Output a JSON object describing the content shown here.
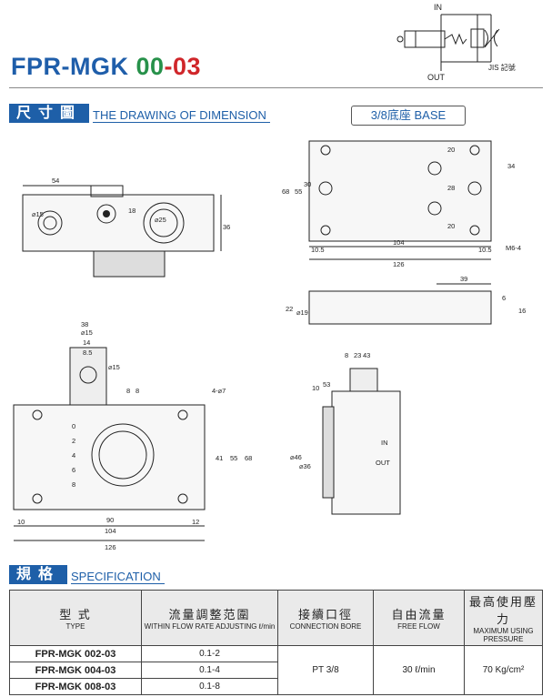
{
  "header": {
    "model_prefix": "FPR-MGK ",
    "model_code_a": "00",
    "model_dash": "-",
    "model_code_b": "03"
  },
  "symbol": {
    "in_label": "IN",
    "out_label": "OUT",
    "jis_label": "JIS 記號"
  },
  "dimension_section": {
    "title_cn": "尺寸圖",
    "title_en": "THE DRAWING OF DIMENSION",
    "base_label_cn": "3/8底座",
    "base_label_en": "BASE"
  },
  "drawing_front": {
    "d54": "54",
    "d15": "⌀15",
    "d18": "18",
    "d25": "⌀25",
    "d36": "36"
  },
  "drawing_base": {
    "d68": "68",
    "d55": "55",
    "d30": "30",
    "d20a": "20",
    "d28": "28",
    "d20b": "20",
    "d34": "34",
    "d10_5a": "10.5",
    "d104": "104",
    "d10_5b": "10.5",
    "d126": "126",
    "m6": "M6-4",
    "d39": "39",
    "d22": "22",
    "d19": "⌀19",
    "d6": "6",
    "d16": "16"
  },
  "drawing_bottom": {
    "d38": "38",
    "d15a": "⌀15",
    "d14": "14",
    "d8_5": "8.5",
    "d15b": "⌀15",
    "d8a": "8",
    "d8b": "8",
    "holes": "4-⌀7",
    "s0": "0",
    "s2": "2",
    "s4": "4",
    "s6": "6",
    "s8": "8",
    "d41": "41",
    "d55": "55",
    "d68": "68",
    "d10": "10",
    "d90": "90",
    "d12": "12",
    "d104": "104",
    "d126": "126"
  },
  "drawing_side": {
    "d8": "8",
    "d23": "23",
    "d43": "43",
    "d10": "10",
    "d53": "53",
    "d46": "⌀46",
    "d36": "⌀36",
    "in": "IN",
    "out": "OUT"
  },
  "spec_section": {
    "title_cn": "規格",
    "title_en": "SPECIFICATION"
  },
  "spec_table": {
    "headers": [
      {
        "cn": "型 式",
        "en": "TYPE"
      },
      {
        "cn": "流量調整范圍",
        "en": "WITHIN FLOW RATE ADJUSTING ℓ/min"
      },
      {
        "cn": "接續口徑",
        "en": "CONNECTION BORE"
      },
      {
        "cn": "自由流量",
        "en": "FREE FLOW"
      },
      {
        "cn": "最高使用壓力",
        "en": "MAXIMUM USING PRESSURE"
      }
    ],
    "rows": [
      {
        "type": "FPR-MGK 002-03",
        "range": "0.1-2"
      },
      {
        "type": "FPR-MGK 004-03",
        "range": "0.1-4"
      },
      {
        "type": "FPR-MGK 008-03",
        "range": "0.1-8"
      }
    ],
    "connection_bore": "PT 3/8",
    "free_flow": "30 ℓ/min",
    "max_pressure": "70 Kg/cm²"
  }
}
